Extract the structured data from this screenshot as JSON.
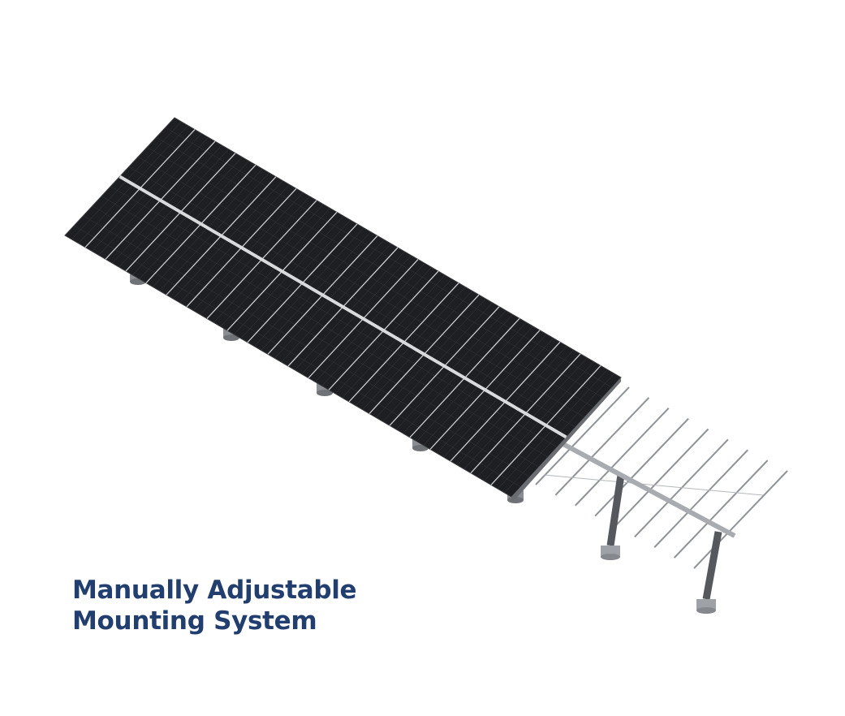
{
  "caption": {
    "line1": "Manually Adjustable",
    "line2": "Mounting System",
    "color": "#213e6e"
  },
  "illustration": {
    "subject": "solar-panel-array-on-mounting-structure",
    "panel_color": "#1e1f22",
    "frame_color": "#c9ccd0",
    "structure_color": "#8f9499"
  }
}
